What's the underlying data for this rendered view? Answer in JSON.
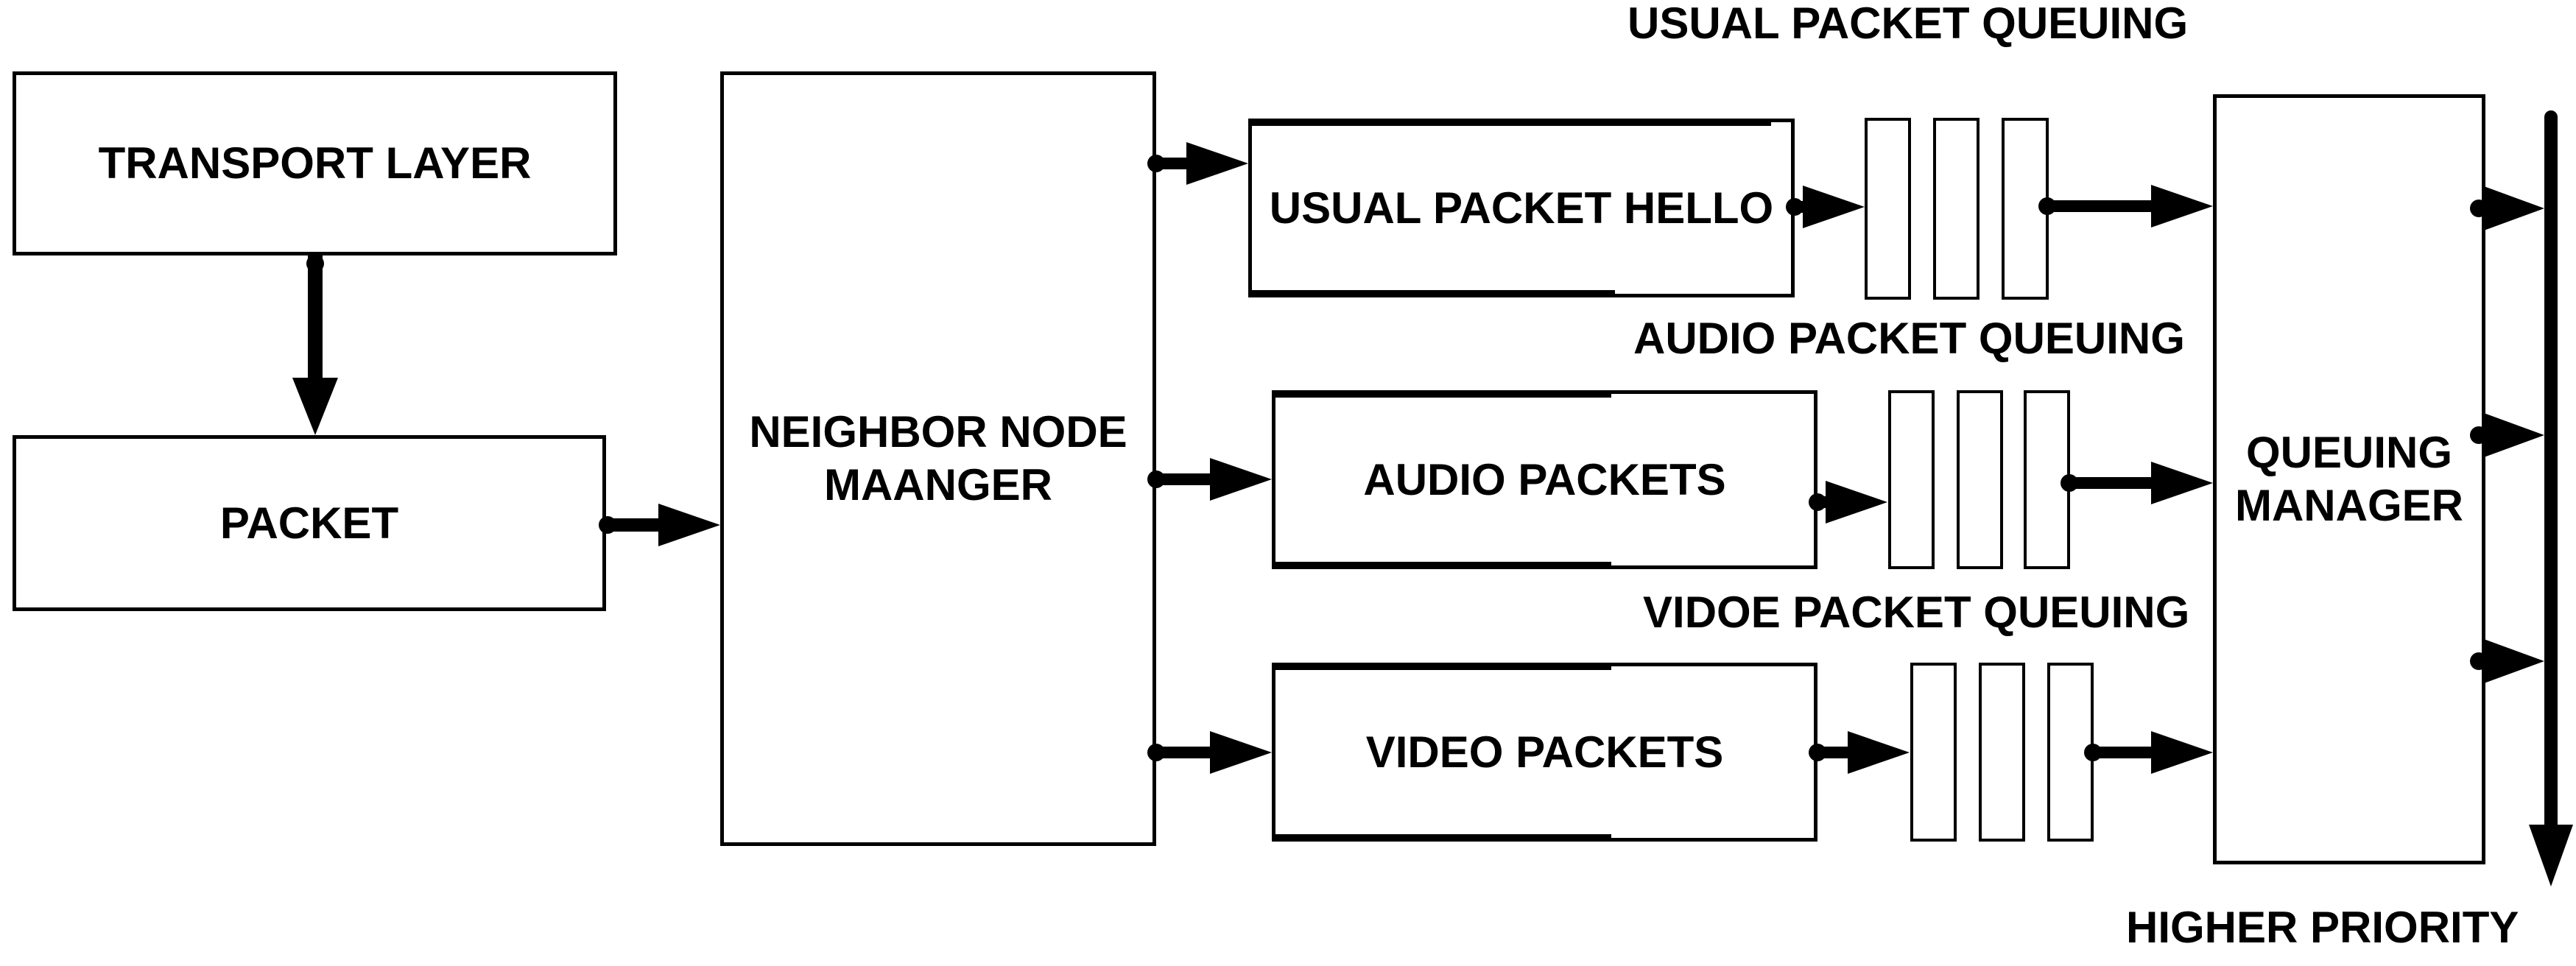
{
  "diagram": {
    "colors": {
      "stroke": "#000000",
      "background": "#ffffff"
    },
    "boxes": {
      "transport_layer": "TRANSPORT LAYER",
      "packet": "PACKET",
      "neighbor_node_manager": "NEIGHBOR NODE\nMAANGER",
      "usual_packet_hello": "USUAL PACKET HELLO",
      "audio_packets": "AUDIO PACKETS",
      "video_packets": "VIDEO PACKETS",
      "queuing_manager": "QUEUING\nMANAGER"
    },
    "queue_labels": {
      "usual": "USUAL PACKET QUEUING",
      "audio": "AUDIO PACKET QUEUING",
      "video": "VIDOE PACKET QUEUING"
    },
    "higher_priority_label": "HIGHER PRIORITY",
    "queues": {
      "queue_count": 3,
      "bars_per_queue": 3
    }
  }
}
